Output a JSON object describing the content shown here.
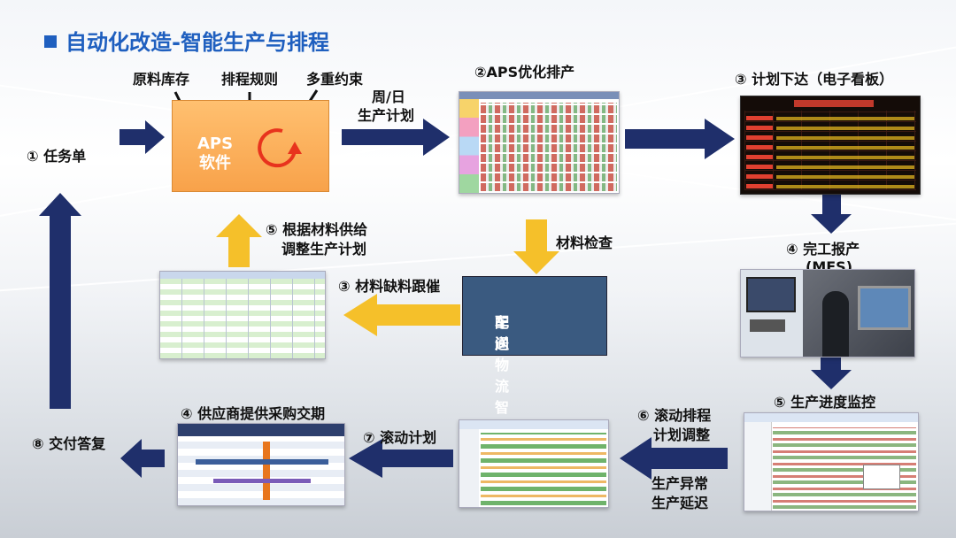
{
  "title": "自动化改造-智能生产与排程",
  "colors": {
    "navy": "#1f2f6b",
    "gold": "#f5c02a",
    "orange": "#f8a24a",
    "title_blue": "#1f5fbf",
    "box_blue": "#3a5a80"
  },
  "aps_box": {
    "line1": "APS",
    "line2": "软件",
    "icon": "refresh-cycle-icon"
  },
  "inputs": {
    "raw_stock": "原料库存",
    "rules": "排程规则",
    "constraints": "多重约束"
  },
  "nodes": {
    "task": "① 任务单",
    "weekly_line1": "周/日",
    "weekly_line2": "生产计划",
    "aps_opt": "②APS优化排产",
    "plan_issue": "③ 计划下达（电子看板）",
    "completion_line1": "④ 完工报产",
    "completion_line2": "(MES)",
    "progress": "⑤ 生产进度监控",
    "rolling_adjust_line1": "⑥ 滚动排程",
    "rolling_adjust_line2": "计划调整",
    "exception_line1": "生产异常",
    "exception_line2": "生产延迟",
    "rolling_plan": "⑦ 滚动计划",
    "supplier": "④ 供应商提供采购交期",
    "delivery": "⑧ 交付答复",
    "material_check": "材料检查",
    "logistics_line1": "车间物流智能",
    "logistics_line2": "配送",
    "shortage": "③ 材料缺料跟催",
    "adjust_line1": "⑤ 根据材料供给",
    "adjust_line2": "调整生产计划"
  }
}
